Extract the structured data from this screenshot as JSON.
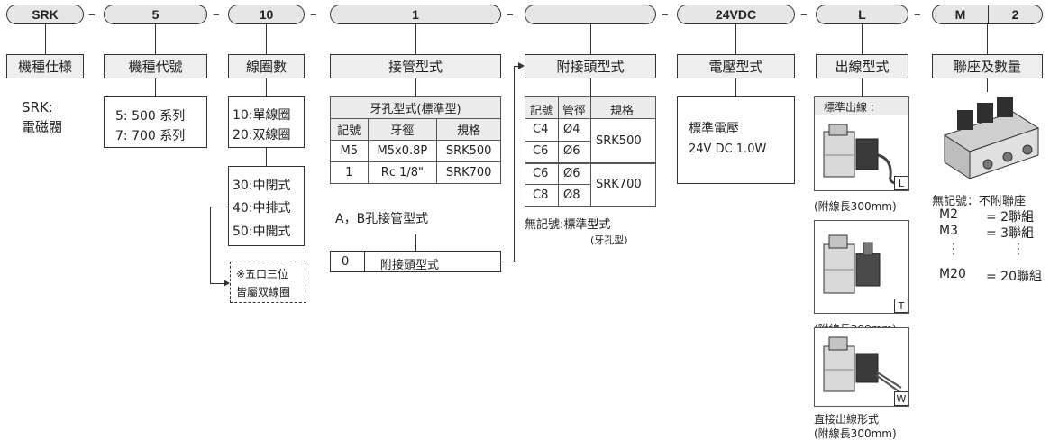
{
  "codes": {
    "c1": "SRK",
    "c2": "5",
    "c3": "10",
    "c4": "1",
    "c5": "",
    "c6": "24VDC",
    "c7": "L",
    "c8a": "M",
    "c8b": "2",
    "dash": "−"
  },
  "labels": {
    "l1": "機種仕様",
    "l2": "機種代號",
    "l3": "線圈數",
    "l4": "接管型式",
    "l5": "附接頭型式",
    "l6": "電壓型式",
    "l7": "出線型式",
    "l8": "聯座及數量"
  },
  "col1": {
    "line1": "SRK:",
    "line2": "電磁閥"
  },
  "col2": {
    "line1": "5: 500 系列",
    "line2": "7: 700 系列"
  },
  "col3": {
    "box1": [
      "10:單線圈",
      "20:双線圈"
    ],
    "box2": [
      "30:中閉式",
      "40:中排式",
      "50:中開式"
    ],
    "note1": "※五口三位",
    "note2": "皆屬双線圈"
  },
  "col4": {
    "title": "牙孔型式(標準型)",
    "headers": [
      "記號",
      "牙徑",
      "規格"
    ],
    "rows": [
      [
        "M5",
        "M5x0.8P",
        "SRK500"
      ],
      [
        "1",
        "Rc 1/8\"",
        "SRK700"
      ]
    ],
    "caption": "A，B孔接管型式",
    "opt_code": "0",
    "opt_label": "附接頭型式"
  },
  "col5": {
    "headers": [
      "記號",
      "管徑",
      "規格"
    ],
    "rows": [
      [
        "C4",
        "Ø4"
      ],
      [
        "C6",
        "Ø6"
      ],
      [
        "C6",
        "Ø6"
      ],
      [
        "C8",
        "Ø8"
      ]
    ],
    "spec1": "SRK500",
    "spec2": "SRK700",
    "note1": "無記號:標準型式",
    "note2": "(牙孔型)"
  },
  "col6": {
    "line1": "標準電壓",
    "line2": "24V  DC  1.0W"
  },
  "col7": {
    "title": "標準出線 :",
    "tags": [
      "L",
      "T",
      "W"
    ],
    "cap1": "(附線長300mm)",
    "cap2": "(附線長300mm)",
    "cap3a": "直接出線形式",
    "cap3b": "(附線長300mm)"
  },
  "col8": {
    "note": "無記號：不附聯座",
    "rows": [
      [
        "M2",
        "= 2聯組"
      ],
      [
        "M3",
        "= 3聯組"
      ],
      [
        "M20",
        "= 20聯組"
      ]
    ],
    "dots": "⋮"
  }
}
